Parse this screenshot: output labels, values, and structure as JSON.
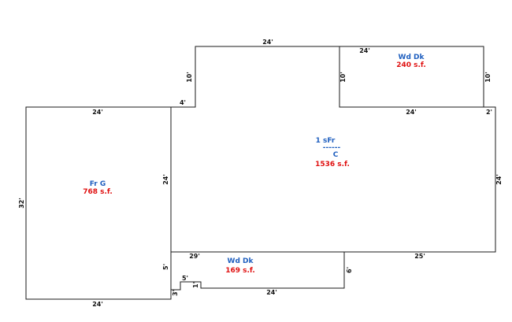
{
  "colors": {
    "label": "#1f5fbf",
    "area": "#e01010",
    "line": "#1a1a1a"
  },
  "areas": {
    "garage": {
      "label": "Fr G",
      "area": "768 s.f."
    },
    "house": {
      "label": "1 sFr",
      "separator": "------",
      "code": "C",
      "area": "1536 s.f."
    },
    "deck_top": {
      "label": "Wd Dk",
      "area": "240 s.f."
    },
    "deck_bottom": {
      "label": "Wd Dk",
      "area": "169 s.f."
    }
  },
  "dimensions": {
    "top_24": "24'",
    "deck_top_24": "24'",
    "left_10": "10'",
    "deck_left_10": "10'",
    "right_10": "10'",
    "step_4": "4'",
    "garage_top_24": "24'",
    "deck_bottom_24": "24'",
    "right_2": "2'",
    "garage_32": "32'",
    "garage_right_24": "24'",
    "house_right_24": "24'",
    "bottom_29": "29'",
    "bottom_25": "25'",
    "deck_5": "5'",
    "deck_6": "6'",
    "step_5": "5'",
    "step_1": "1'",
    "step_3": "3'",
    "deck_low_24": "24'",
    "garage_bottom_24": "24'"
  }
}
